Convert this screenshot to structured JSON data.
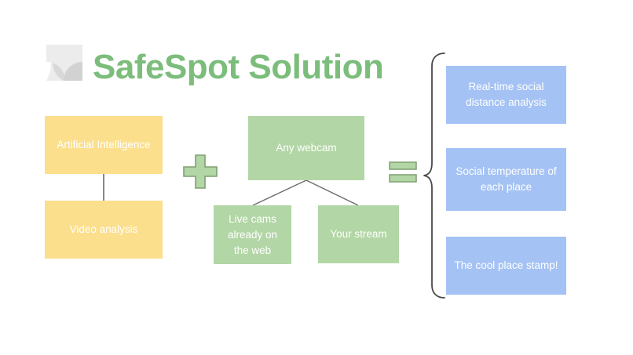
{
  "slide": {
    "title": "SafeSpot Solution",
    "background": "#ffffff",
    "title_color": "#7cbd7c",
    "decoration_icon": "quarter-circle-decoration-icon"
  },
  "palette": {
    "yellow": "#fbdf8c",
    "green": "#b2d6a5",
    "green_outline": "#7f9f71",
    "blue": "#a4c2f4",
    "title_green": "#7cbd7c",
    "connector_gray": "#6b6b6b",
    "text_on_box": "#ffffff"
  },
  "inputs": {
    "ai_stack": [
      {
        "label": "Artificial Intelligence"
      },
      {
        "label": "Video analysis"
      }
    ],
    "webcam_tree": {
      "root": {
        "label": "Any webcam"
      },
      "children": [
        {
          "label": "Live cams already on the web"
        },
        {
          "label": "Your stream"
        }
      ]
    }
  },
  "operators": {
    "plus": {
      "name": "plus-operator-icon",
      "symbol": "+"
    },
    "equals": {
      "name": "equals-operator-icon",
      "symbol": "="
    },
    "brace": {
      "name": "curly-brace-icon",
      "symbol": "{"
    }
  },
  "outputs": [
    {
      "label": "Real-time social distance analysis"
    },
    {
      "label": "Social temperature of each place"
    },
    {
      "label": "The cool place stamp!"
    }
  ]
}
